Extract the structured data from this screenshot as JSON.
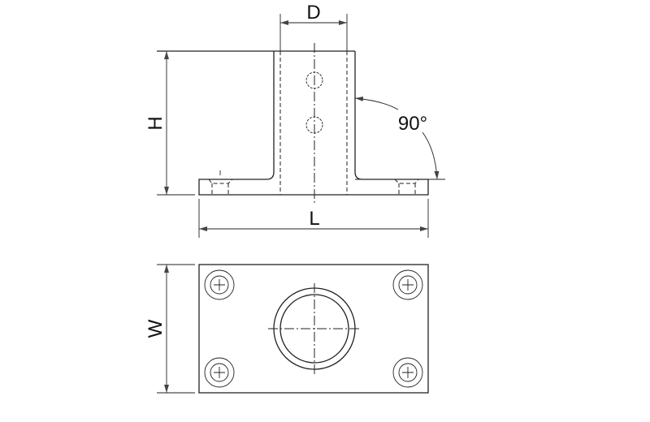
{
  "drawing": {
    "front_view": {
      "diameter_label": "D",
      "height_label": "H",
      "length_label": "L",
      "angle_label": "90°"
    },
    "top_view": {
      "width_label": "W"
    }
  }
}
